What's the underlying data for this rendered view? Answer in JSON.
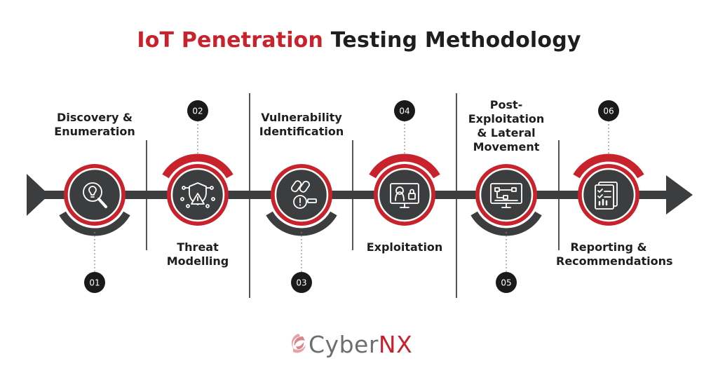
{
  "title": {
    "accent": "IoT Penetration",
    "rest": "Testing Methodology"
  },
  "colors": {
    "accent": "#c8232c",
    "dark": "#3c3d3f",
    "text": "#1e1e1e"
  },
  "steps": [
    {
      "number": "01",
      "lines": [
        "Discovery &",
        "Enumeration"
      ],
      "icon": "search-idea-icon"
    },
    {
      "number": "02",
      "lines": [
        "Threat",
        "Modelling"
      ],
      "icon": "shield-warning-icon"
    },
    {
      "number": "03",
      "lines": [
        "Vulnerability",
        "Identification"
      ],
      "icon": "broken-link-alert-icon"
    },
    {
      "number": "04",
      "lines": [
        "Exploitation"
      ],
      "icon": "hacker-monitor-lock-icon"
    },
    {
      "number": "05",
      "lines": [
        "Post-",
        "Exploitation",
        "& Lateral",
        "Movement"
      ],
      "icon": "network-monitor-icon"
    },
    {
      "number": "06",
      "lines": [
        "Reporting &",
        "Recommendations"
      ],
      "icon": "report-checklist-icon"
    }
  ],
  "brand": {
    "first": "Cyber",
    "second": "NX",
    "icon": "cybernx-logo-icon"
  }
}
